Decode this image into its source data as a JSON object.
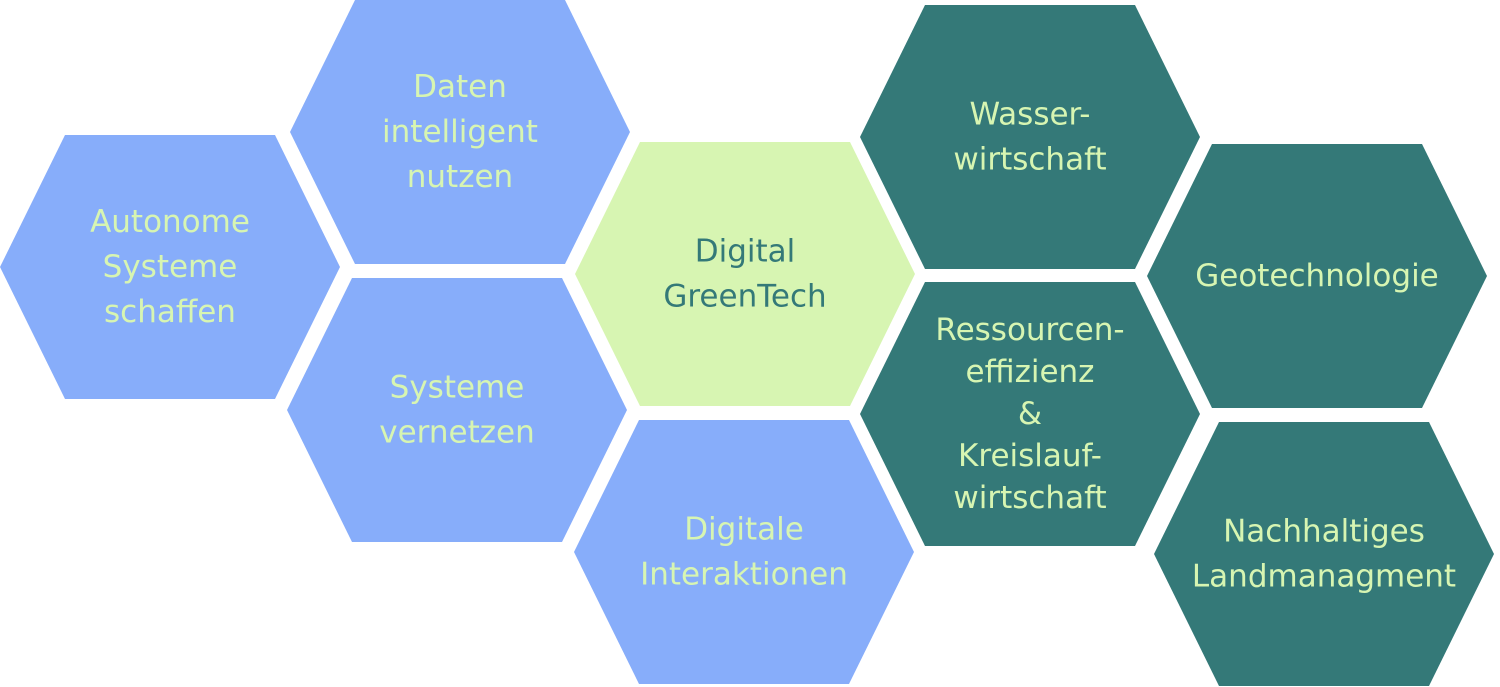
{
  "colors": {
    "blue_fill": "#87adfa",
    "light_green_fill": "#d7f5b2",
    "teal_fill": "#347978",
    "label_light": "#d7f5b2",
    "label_dark": "#347978"
  },
  "hexagons": [
    {
      "id": "autonome-systeme-schaffen",
      "lines": [
        "Autonome",
        "Systeme",
        "schaffen"
      ],
      "fill": "blue"
    },
    {
      "id": "daten-intelligent-nutzen",
      "lines": [
        "Daten",
        "intelligent",
        "nutzen"
      ],
      "fill": "blue"
    },
    {
      "id": "systeme-vernetzen",
      "lines": [
        "Systeme",
        "vernetzen"
      ],
      "fill": "blue"
    },
    {
      "id": "digital-greentech",
      "lines": [
        "Digital",
        "GreenTech"
      ],
      "fill": "light-green"
    },
    {
      "id": "digitale-interaktionen",
      "lines": [
        "Digitale",
        "Interaktionen"
      ],
      "fill": "blue"
    },
    {
      "id": "wasserwirtschaft",
      "lines": [
        "Wasser-",
        "wirtschaft"
      ],
      "fill": "teal"
    },
    {
      "id": "ressourceneffizienz-kreislaufwirtschaft",
      "lines": [
        "Ressourcen-",
        "effizienz",
        "&",
        "Kreislauf-",
        "wirtschaft"
      ],
      "fill": "teal"
    },
    {
      "id": "geotechnologie",
      "lines": [
        "Geotechnologie"
      ],
      "fill": "teal"
    },
    {
      "id": "nachhaltiges-landmanagment",
      "lines": [
        "Nachhaltiges",
        "Landmanagment"
      ],
      "fill": "teal"
    }
  ]
}
